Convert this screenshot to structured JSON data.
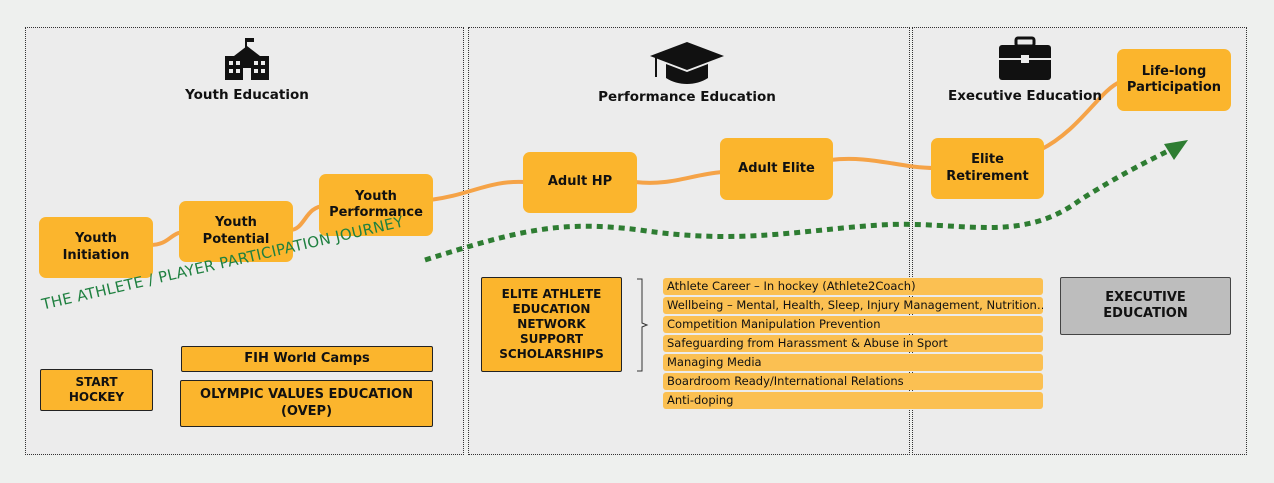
{
  "sections": {
    "youth": "Youth Education",
    "performance": "Performance Education",
    "executive": "Executive Education"
  },
  "stages": [
    "Youth Initiation",
    "Youth Potential",
    "Youth Performance",
    "Adult HP",
    "Adult Elite",
    "Elite Retirement",
    "Life-long Participation"
  ],
  "journey_label": "THE ATHLETE / PLAYER PARTICIPATION JOURNEY",
  "youth_programs": {
    "start": "START HOCKEY",
    "camps": "FIH World Camps",
    "ovep": "OLYMPIC VALUES EDUCATION (OVEP)"
  },
  "elite_network": "ELITE ATHLETE EDUCATION NETWORK SUPPORT SCHOLARSHIPS",
  "elite_topics": [
    "Athlete Career – In hockey (Athlete2Coach)",
    "Wellbeing – Mental, Health, Sleep, Injury Management, Nutrition…",
    "Competition Manipulation Prevention",
    "Safeguarding from Harassment & Abuse in Sport",
    "Managing Media",
    "Boardroom Ready/International Relations",
    "Anti-doping"
  ],
  "executive_box": "EXECUTIVE EDUCATION",
  "colors": {
    "orange": "#fbb52d",
    "path": "#f5a347",
    "green": "#2e7d32",
    "grey": "#bdbdbd"
  }
}
